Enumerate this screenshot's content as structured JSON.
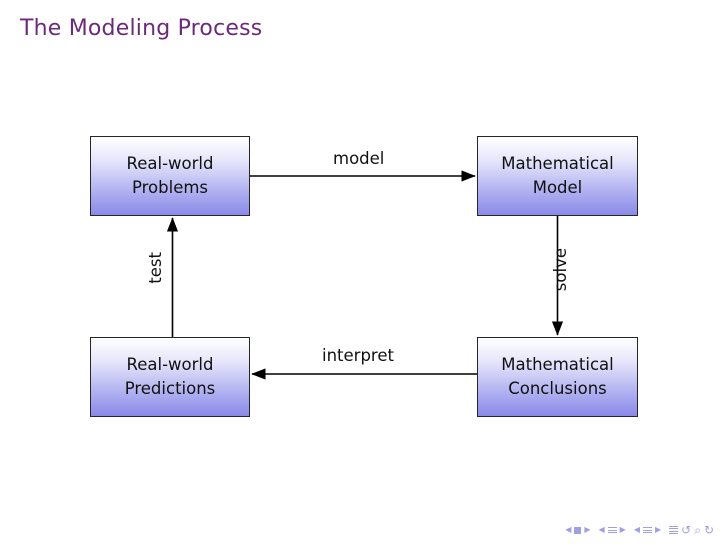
{
  "slide": {
    "title": "The Modeling Process",
    "title_color": "#6b2b7a",
    "background": "#ffffff"
  },
  "diagram": {
    "type": "flow-cycle",
    "node_fill_top": "#ffffff",
    "node_fill_bottom": "#8a8ae8",
    "node_border": "#25252c",
    "nodes": [
      {
        "id": "real-world-problems",
        "line1": "Real-world",
        "line2": "Problems"
      },
      {
        "id": "mathematical-model",
        "line1": "Mathematical",
        "line2": "Model"
      },
      {
        "id": "real-world-predictions",
        "line1": "Real-world",
        "line2": "Predictions"
      },
      {
        "id": "mathematical-conclusions",
        "line1": "Mathematical",
        "line2": "Conclusions"
      }
    ],
    "edges": [
      {
        "id": "model",
        "label": "model",
        "from": "real-world-problems",
        "to": "mathematical-model",
        "direction": "right"
      },
      {
        "id": "solve",
        "label": "solve",
        "from": "mathematical-model",
        "to": "mathematical-conclusions",
        "direction": "down"
      },
      {
        "id": "interpret",
        "label": "interpret",
        "from": "mathematical-conclusions",
        "to": "real-world-predictions",
        "direction": "left"
      },
      {
        "id": "test",
        "label": "test",
        "from": "real-world-predictions",
        "to": "real-world-problems",
        "direction": "up"
      }
    ]
  },
  "navigation": {
    "color": "#9b9be0",
    "items": [
      "prev-slide-icon",
      "frame-icon",
      "next-slide-icon",
      "prev-section-icon",
      "section-icon",
      "next-section-icon",
      "prev-subsection-icon",
      "subsection-icon",
      "next-subsection-icon",
      "contents-icon",
      "back-icon",
      "search-icon",
      "forward-icon"
    ]
  }
}
